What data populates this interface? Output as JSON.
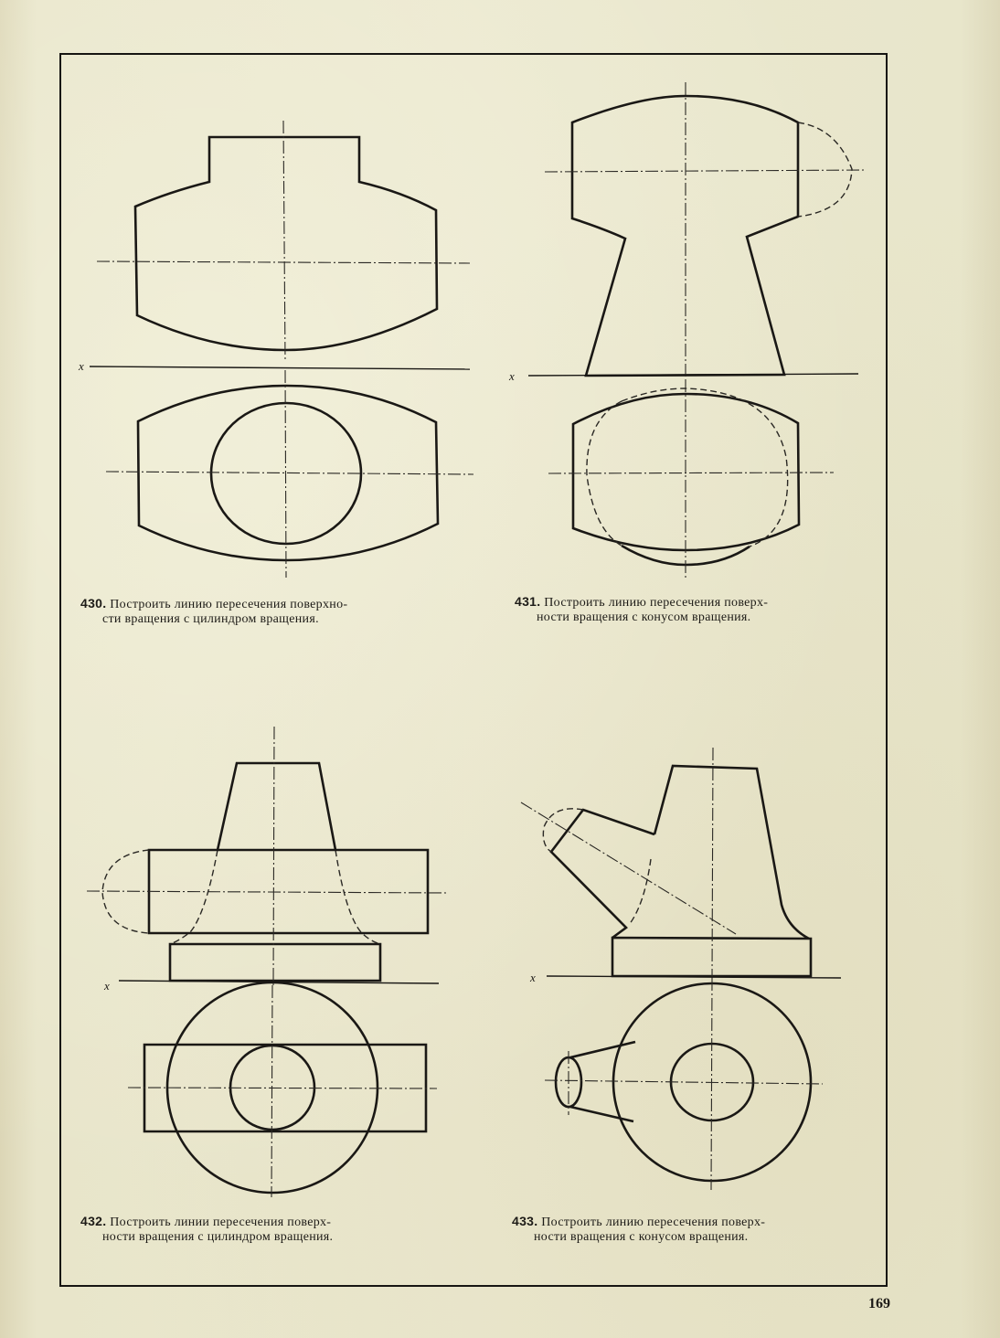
{
  "page": {
    "number": "169",
    "background_color": "#e9e6cb",
    "ink_color": "#1a1815"
  },
  "axis_label": "x",
  "exercises": [
    {
      "number": "430.",
      "line1": "Построить линию пересечения поверхно-",
      "line2": "сти вращения с цилиндром вращения.",
      "subject": "surface of revolution with cylinder of revolution"
    },
    {
      "number": "431.",
      "line1": "Построить линию пересечения поверх-",
      "line2": "ности вращения с конусом вращения.",
      "subject": "surface of revolution with cone of revolution"
    },
    {
      "number": "432.",
      "line1": "Построить линии пересечения поверх-",
      "line2": "ности вращения с цилиндром вращения.",
      "subject": "surface of revolution with cylinder of revolution"
    },
    {
      "number": "433.",
      "line1": "Построить линию пересечения поверх-",
      "line2": "ности вращения с конусом вращения.",
      "subject": "surface of revolution with cone of revolution"
    }
  ]
}
